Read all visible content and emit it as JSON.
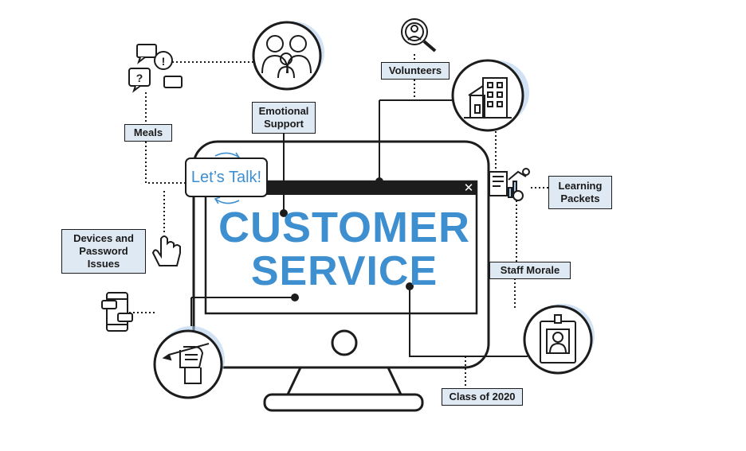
{
  "title": {
    "line1": "CUSTOMER",
    "line2": "SERVICE"
  },
  "bubble": {
    "text": "Let’s Talk!"
  },
  "labels": {
    "volunteers": "Volunteers",
    "emotional_support": "Emotional\nSupport",
    "meals": "Meals",
    "learning_packets": "Learning\nPackets",
    "devices_and_password_issues": "Devices and\nPassword\nIssues",
    "staff_morale": "Staff Morale",
    "class_of_2020": "Class of 2020"
  },
  "icons": {
    "family": "family-icon",
    "search": "magnifier-person-icon",
    "building": "school-building-icon",
    "chat": "chat-bubbles-icon",
    "chart": "chart-icon",
    "pointer": "hand-pointer-icon",
    "phone": "phone-chat-icon",
    "fist": "fist-pencil-icon",
    "badge": "id-badge-icon"
  },
  "colors": {
    "accent_blue": "#3e8fcf",
    "light_blue": "#a9cbea",
    "label_fill": "#dfe9f3",
    "line": "#1c1c1c"
  },
  "close_glyph": "✕"
}
